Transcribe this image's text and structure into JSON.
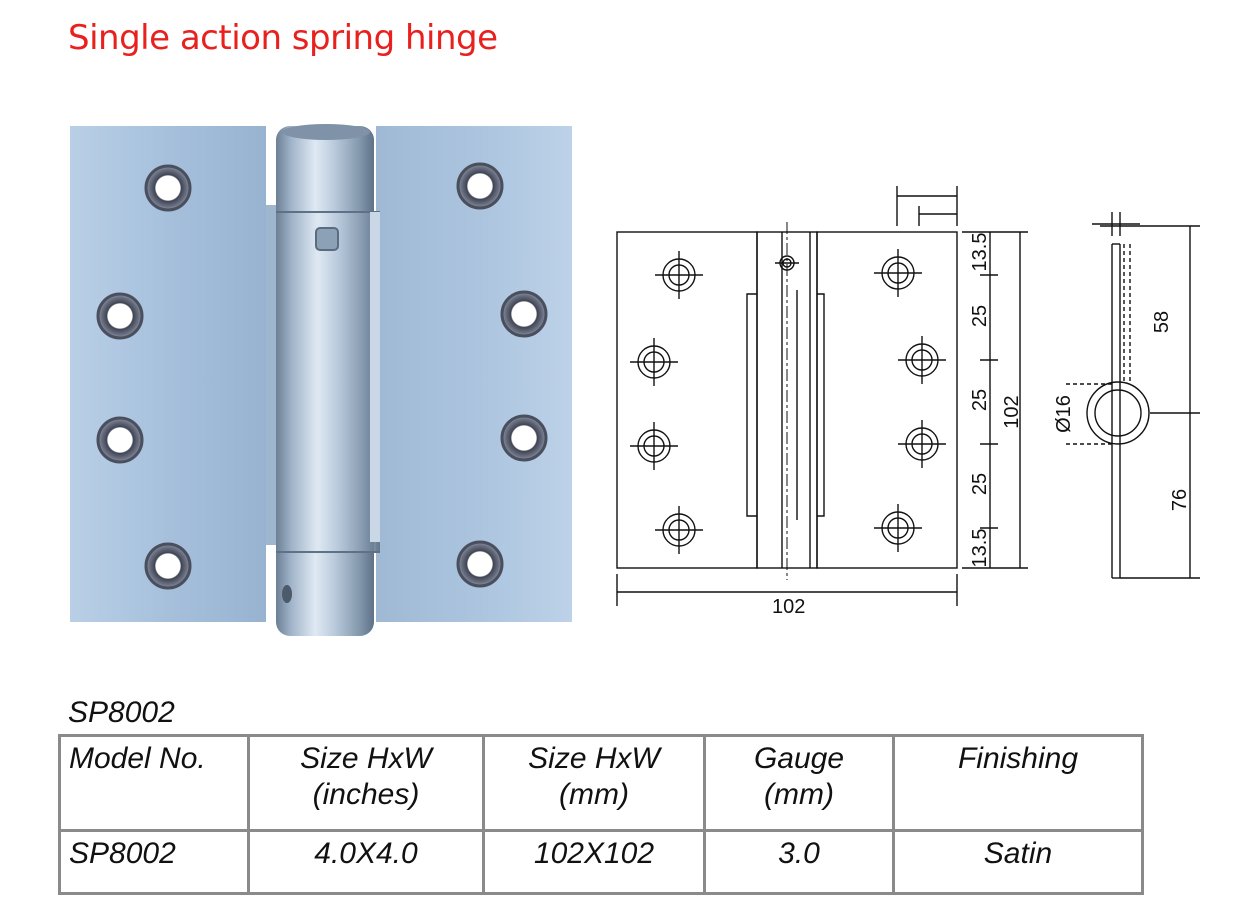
{
  "title": "Single action spring hinge",
  "model_heading": "SP8002",
  "colors": {
    "title": "#e8201e",
    "leaf": "#a9c3df",
    "hole": "#5a5f6e",
    "table_border": "#8a8a8a"
  },
  "drawing": {
    "dim_width": "102",
    "dim_height": "102",
    "dim_13_5_top": "13.5",
    "dim_25_a": "25",
    "dim_25_b": "25",
    "dim_25_c": "25",
    "dim_13_5_bottom": "13.5",
    "dim_58": "58",
    "dim_76": "76",
    "dim_diameter": "Ø16"
  },
  "table": {
    "headers": [
      [
        "Model No.",
        ""
      ],
      [
        "Size HxW",
        "(inches)"
      ],
      [
        "Size HxW",
        "(mm)"
      ],
      [
        "Gauge",
        "(mm)"
      ],
      [
        "Finishing",
        ""
      ]
    ],
    "rows": [
      [
        "SP8002",
        "4.0X4.0",
        "102X102",
        "3.0",
        "Satin"
      ]
    ]
  }
}
